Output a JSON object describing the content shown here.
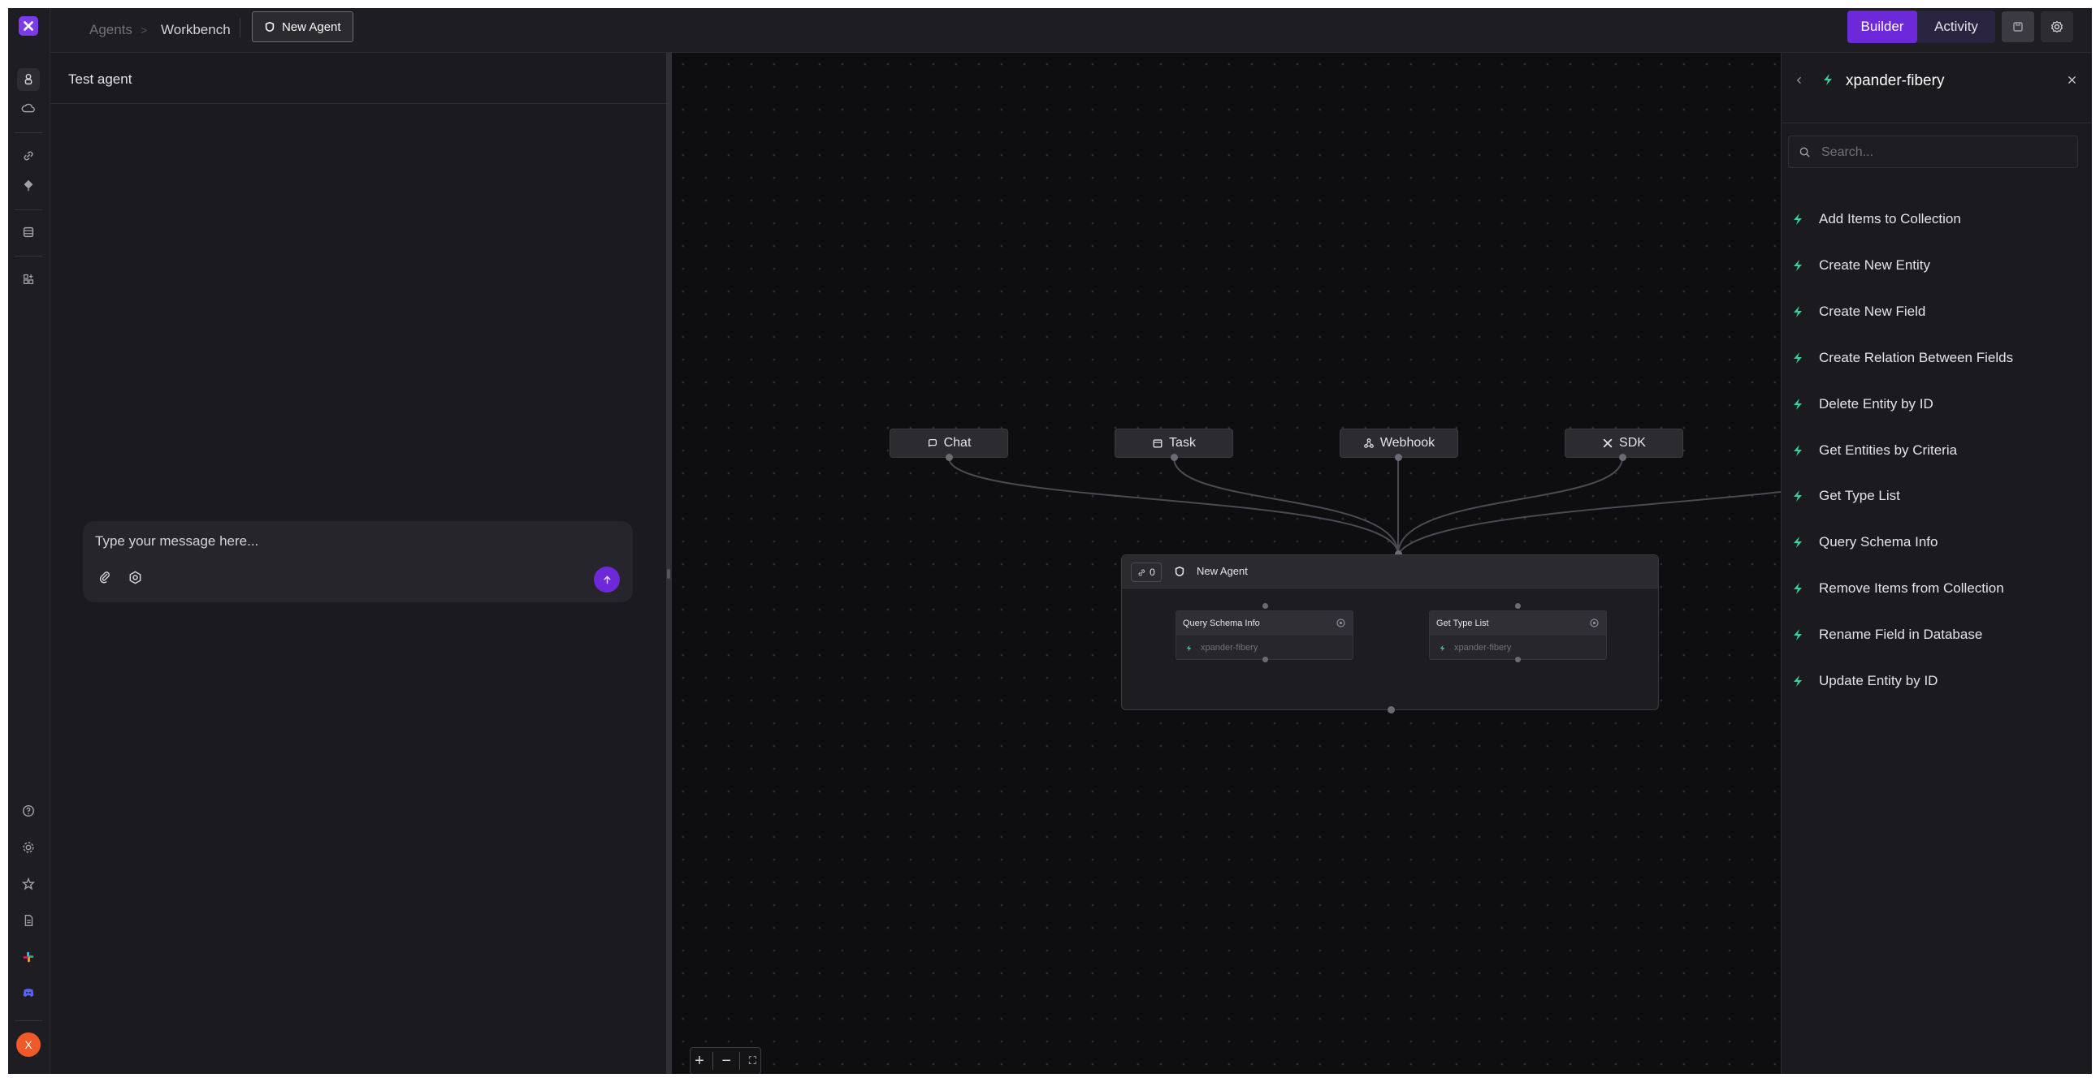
{
  "topbar": {
    "breadcrumb": [
      "Agents",
      "Workbench"
    ],
    "separator": ">",
    "active_tab": "New Agent",
    "builder_label": "Builder",
    "activity_label": "Activity"
  },
  "sidebar": {
    "icons": [
      "logo-icon",
      "agents-icon",
      "cloud-icon",
      "link-icon",
      "pin-icon",
      "database-icon",
      "apps-icon",
      "help-icon",
      "settings-icon",
      "star-icon",
      "docs-icon",
      "slack-icon",
      "discord-icon"
    ],
    "avatar_initial": "X"
  },
  "chat": {
    "title": "Test agent",
    "placeholder": "Type your message here..."
  },
  "canvas": {
    "triggers": [
      "Chat",
      "Task",
      "Webhook",
      "SDK"
    ],
    "agent": {
      "link_count": "0",
      "name": "New Agent",
      "tools": [
        {
          "name": "Query Schema Info",
          "source": "xpander-fibery"
        },
        {
          "name": "Get Type List",
          "source": "xpander-fibery"
        }
      ]
    },
    "zoom_controls": [
      "+",
      "−",
      "⛶"
    ]
  },
  "integration_panel": {
    "title": "xpander-fibery",
    "search_placeholder": "Search...",
    "tools": [
      "Add Items to Collection",
      "Create New Entity",
      "Create New Field",
      "Create Relation Between Fields",
      "Delete Entity by ID",
      "Get Entities by Criteria",
      "Get Type List",
      "Query Schema Info",
      "Remove Items from Collection",
      "Rename Field in Database",
      "Update Entity by ID"
    ]
  },
  "colors": {
    "accent": "#6d28d9",
    "brand": "#7c3aed",
    "tool_bolt": "#34d399",
    "avatar": "#f05a28",
    "canvas_bg": "#0e0e10"
  }
}
